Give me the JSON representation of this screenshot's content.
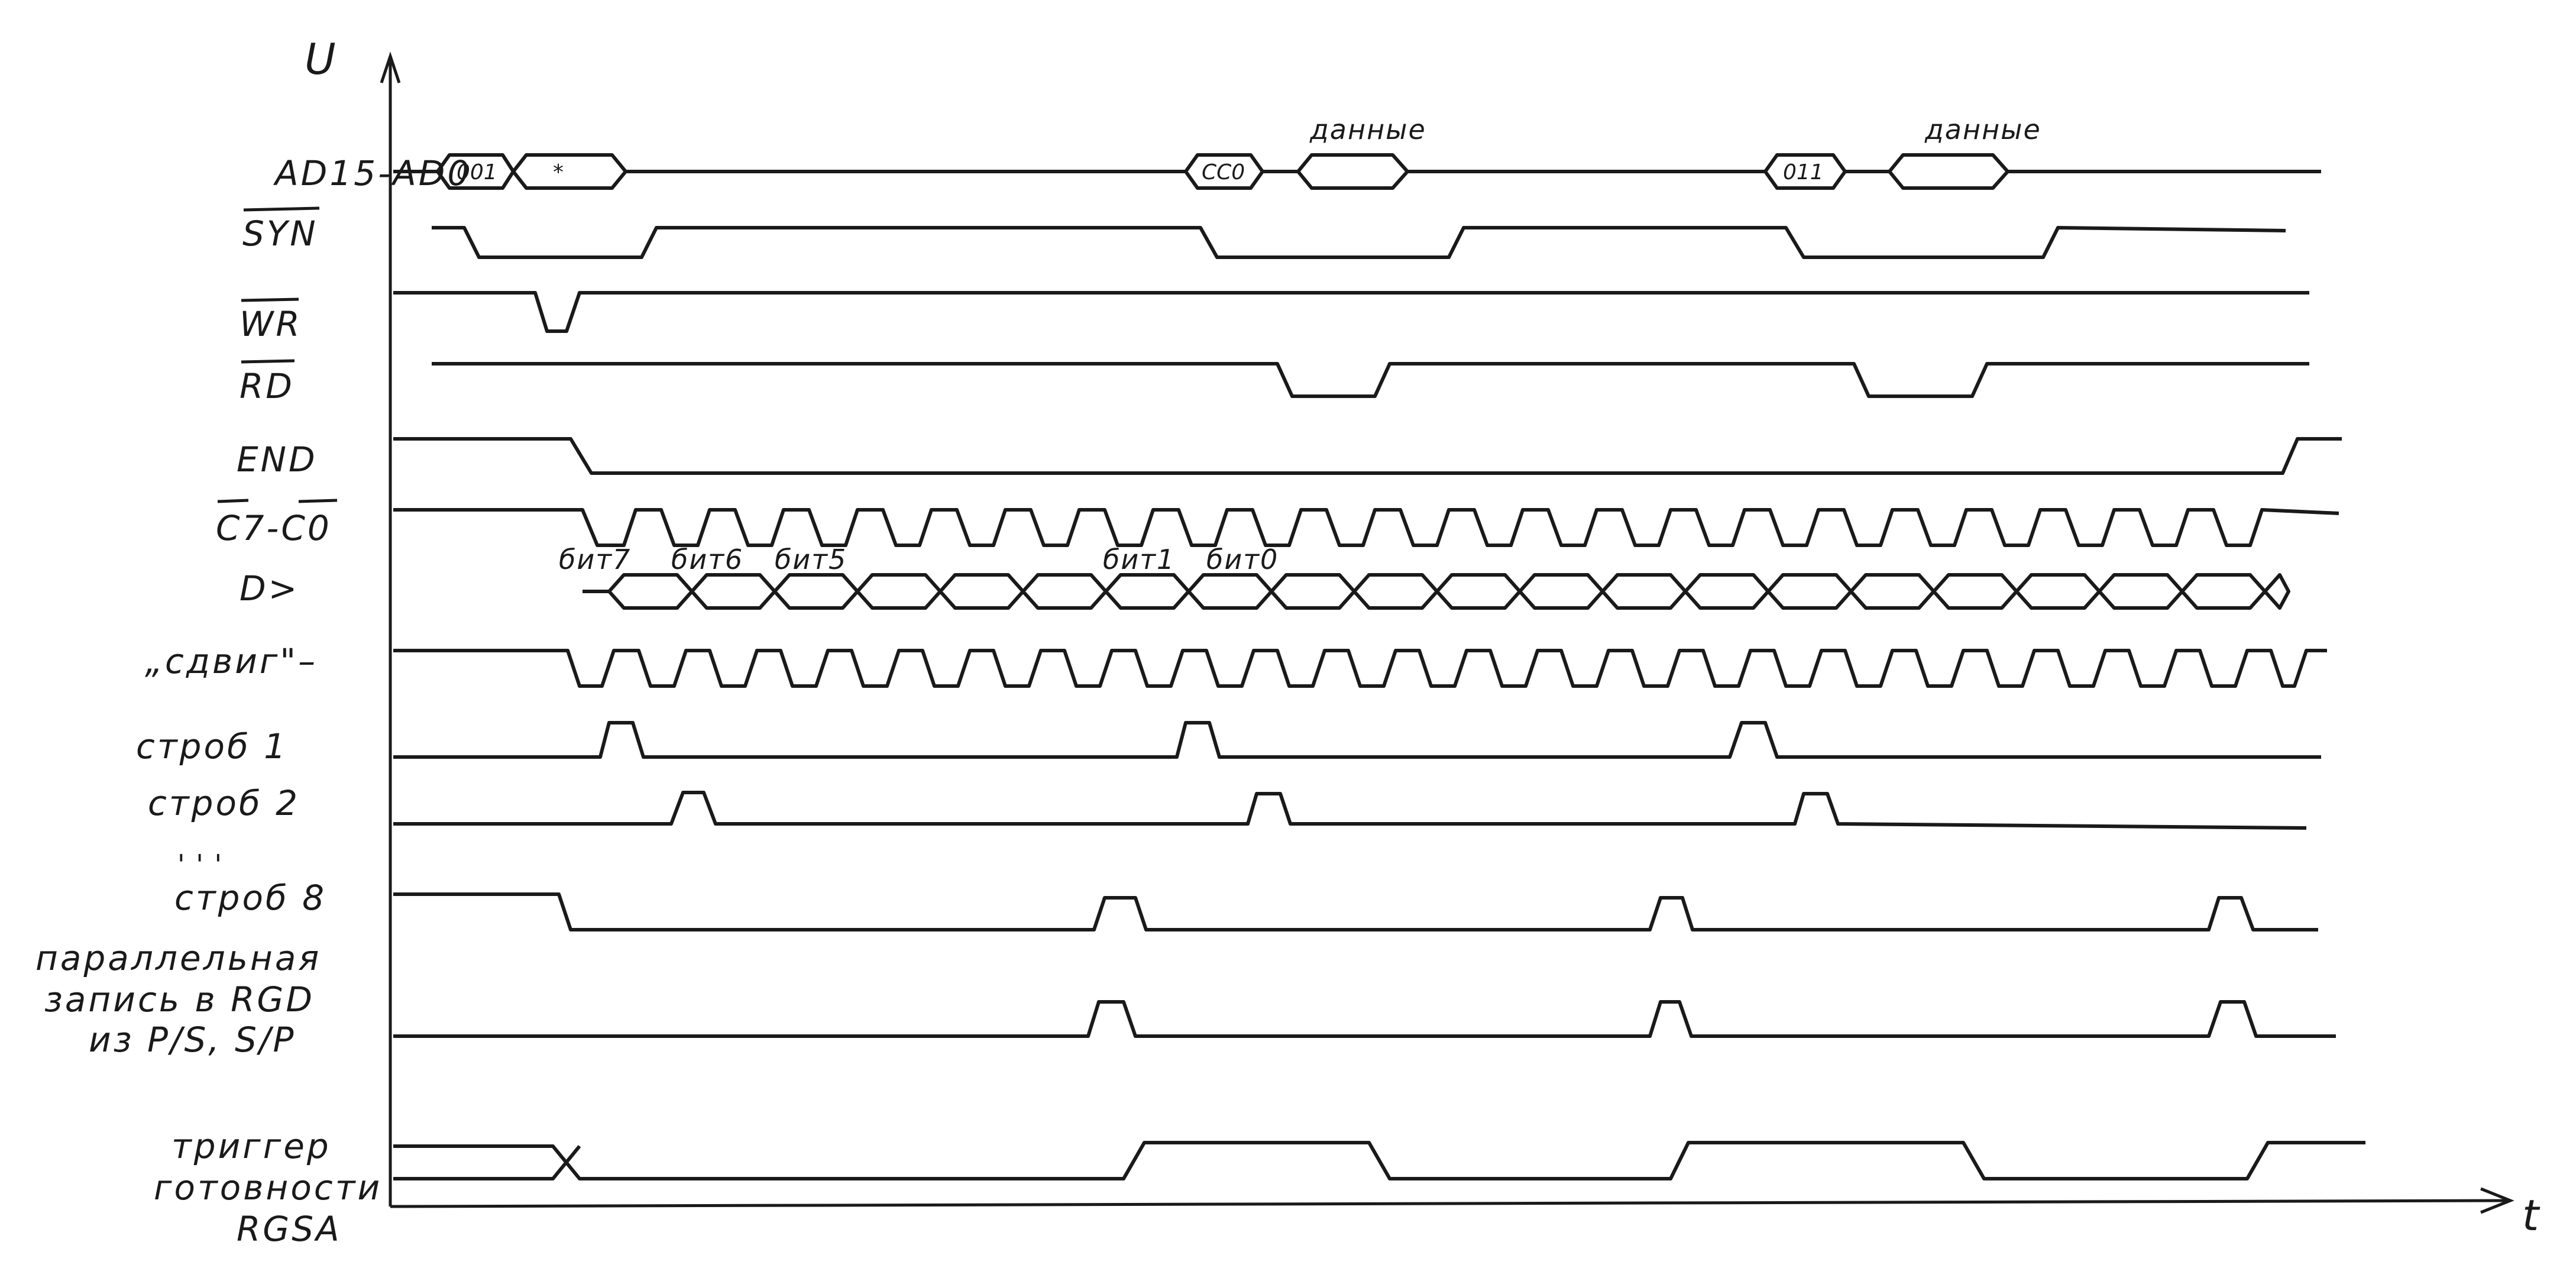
{
  "axes": {
    "y_label": "U",
    "x_label": "t"
  },
  "signals": [
    {
      "id": "ad",
      "label": "AD15-AD0"
    },
    {
      "id": "syn",
      "label": "SYN",
      "overbar": true
    },
    {
      "id": "wr",
      "label": "WR",
      "overbar": true
    },
    {
      "id": "rd",
      "label": "RD",
      "overbar": true
    },
    {
      "id": "end",
      "label": "END"
    },
    {
      "id": "c7c0",
      "label": "C7-C0",
      "overbar": true
    },
    {
      "id": "d",
      "label": "D>"
    },
    {
      "id": "shift",
      "label": "„сдвиг\"–"
    },
    {
      "id": "strob1",
      "label": "строб 1"
    },
    {
      "id": "strob2",
      "label": "строб 2"
    },
    {
      "id": "strob8",
      "label": "строб 8",
      "ticks": "' ' '"
    },
    {
      "id": "par",
      "label": [
        "параллельная",
        "запись в RGD",
        "из P/S, S/P"
      ]
    },
    {
      "id": "trig",
      "label": [
        "триггер",
        "готовности",
        "RGSA"
      ]
    }
  ],
  "bus_values": {
    "v1": "001",
    "v2": "*",
    "v3": "CC0",
    "v4": "011",
    "data1": "данные",
    "data2": "данные"
  },
  "bit_labels": [
    "бит7",
    "бит6",
    "бит5",
    "бит1",
    "бит0"
  ]
}
